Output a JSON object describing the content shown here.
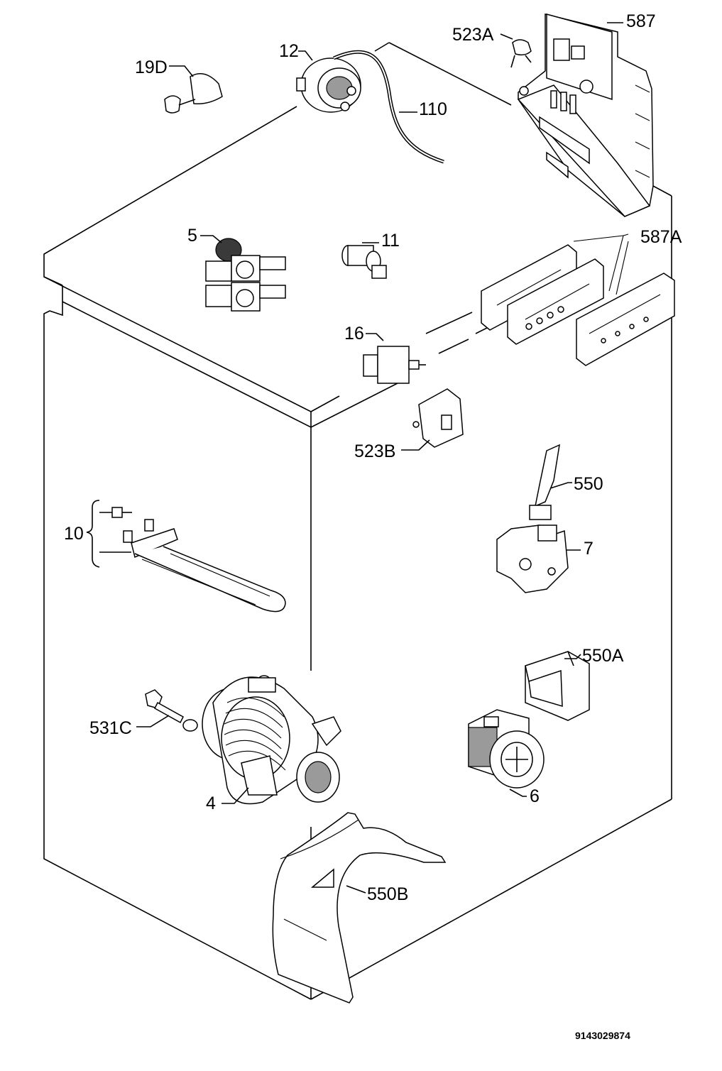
{
  "labels": {
    "p587": "587",
    "p523A": "523A",
    "p12": "12",
    "p19D": "19D",
    "p110": "110",
    "p5": "5",
    "p11": "11",
    "p587A": "587A",
    "p16": "16",
    "p523B": "523B",
    "p550": "550",
    "p7": "7",
    "p10": "10",
    "p550A": "550A",
    "p531C": "531C",
    "p4": "4",
    "p6": "6",
    "p550B": "550B"
  },
  "doc_number": "9143029874"
}
